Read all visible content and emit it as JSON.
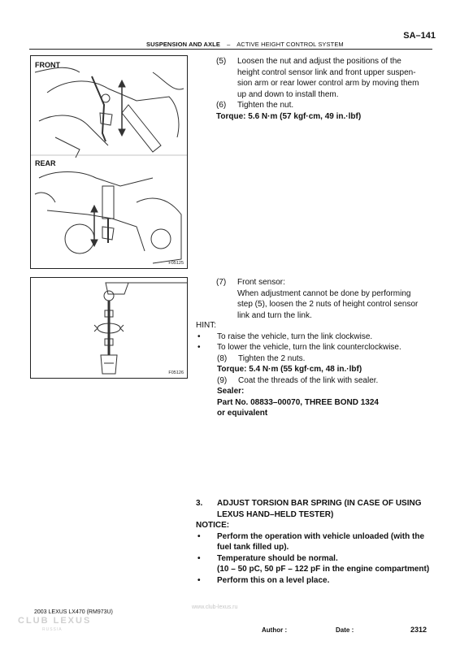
{
  "page_number": "SA–141",
  "header": {
    "section": "SUSPENSION AND AXLE",
    "dash": "–",
    "subsection": "ACTIVE HEIGHT CONTROL SYSTEM"
  },
  "figure1": {
    "label_front": "FRONT",
    "label_rear": "REAR",
    "code": "F05125"
  },
  "figure2": {
    "code": "F05126"
  },
  "steps": {
    "s5": {
      "num": "(5)",
      "lines": [
        "Loosen the nut and adjust the positions of the",
        "height control sensor link and front upper suspen-",
        "sion arm or rear lower control arm by moving them",
        "up and down to install them."
      ]
    },
    "s6": {
      "num": "(6)",
      "text": "Tighten the nut."
    },
    "torque1": "Torque: 5.6 N·m (57 kgf·cm, 49 in.·lbf)",
    "s7": {
      "num": "(7)",
      "title": "Front sensor:",
      "lines": [
        "When adjustment cannot be done by performing",
        "step (5), loosen the 2 nuts of height control sensor",
        "link and turn the link."
      ]
    },
    "hint": "HINT:",
    "bullets": [
      "To raise the vehicle, turn the link clockwise.",
      "To lower the vehicle, turn the link counterclockwise."
    ],
    "bullet_char": "•",
    "s8": {
      "num": "(8)",
      "text": "Tighten the 2 nuts."
    },
    "torque2": "Torque: 5.4 N·m (55 kgf·cm, 48 in.·lbf)",
    "s9": {
      "num": "(9)",
      "text": "Coat the threads of the link with sealer."
    },
    "sealer": [
      "Sealer:",
      "Part No. 08833–00070, THREE BOND 1324",
      "or equivalent"
    ]
  },
  "section3": {
    "num": "3.",
    "title_lines": [
      "ADJUST TORSION BAR SPRING (IN CASE OF USING",
      "LEXUS HAND–HELD TESTER)"
    ],
    "notice": "NOTICE:",
    "items": [
      [
        "Perform the operation with vehicle unloaded (with the",
        "fuel tank filled up)."
      ],
      [
        "Temperature should be normal.",
        "(10 – 50 pC, 50 pF – 122 pF in the engine compartment)"
      ],
      [
        "Perform this on a level place."
      ]
    ]
  },
  "footer": {
    "model": "2003 LEXUS LX470   (RM973U)",
    "author": "Author :",
    "date": "Date :",
    "page": "2312"
  },
  "watermark": {
    "url": "www.club-lexus.ru",
    "logo": "CLUB LEXUS",
    "sub": "RUSSIA"
  }
}
